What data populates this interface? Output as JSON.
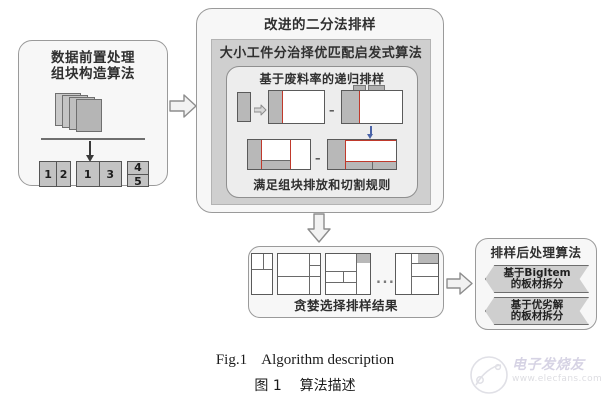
{
  "figure": {
    "caption_en": "Fig.1    Algorithm description",
    "caption_cn": "图 1    算法描述"
  },
  "left_box": {
    "title_line1": "数据前置处理",
    "title_line2": "组块构造算法",
    "blocks": [
      {
        "name": "block-1-2",
        "cells": [
          "1",
          "2"
        ],
        "orientation": "horizontal"
      },
      {
        "name": "block-1-3",
        "cells": [
          "1",
          "3"
        ],
        "orientation": "horizontal"
      },
      {
        "name": "block-4-5",
        "cells": [
          "4",
          "5"
        ],
        "orientation": "vertical"
      }
    ]
  },
  "center_box": {
    "title": "改进的二分法排样",
    "band_title": "大小工件分治择优匹配启发式算法",
    "inner_title": "基于废料率的递归排样",
    "inner_footer": "满足组块排放和切割规则"
  },
  "bottom_box": {
    "footer": "贪婪选择排样结果",
    "ellipsis": "..."
  },
  "right_box": {
    "title": "排样后处理算法",
    "items": [
      {
        "line1": "基于BigItem",
        "line2": "的板材拆分"
      },
      {
        "line1": "基于优劣解",
        "line2": "的板材拆分"
      }
    ]
  },
  "watermark": {
    "brand": "电子发烧友",
    "url": "www.elecfans.com"
  },
  "colors": {
    "panel_border": "#9a9a9a",
    "panel_fill": "#f7f7f7",
    "band_fill": "#cfcfcf",
    "accent_red": "#c0392b",
    "grey_fill": "#b8b8b8"
  }
}
